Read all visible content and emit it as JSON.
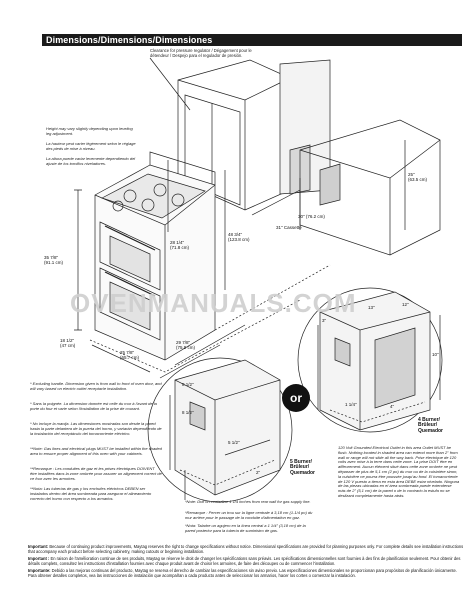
{
  "header": {
    "title": "Dimensions/Dimensions/Dimensiones"
  },
  "watermark": "OVENMANUALS.COM",
  "or_label": "or",
  "clearance_note": "Clearance for pressure regulator / Dégagement pour le détendeur / Despejo para el regulador de presión.",
  "height_note_en": "Height may vary slightly depending upon leveling leg adjustment.",
  "height_note_fr": "La hauteur peut varier légèrement selon le réglage des pieds de mise à niveau.",
  "height_note_es": "La altura puede variar levemente dependiendo del ajuste de los tornillos niveladores.",
  "excl_note_en": "* Excluding handle. Dimension given is from wall to front of oven door, and will vary based on electric outlet receptacle installation.",
  "excl_note_fr": "* Sans la poignée. La dimension donnée est celle du mur à l'avant de la porte du four et varie selon l'installation de la prise de courant.",
  "excl_note_es": "* No incluye la manija. Las dimensiones mostradas son desde la pared hasta la parte delantera de la puerta del horno, y variarán dependiendo de la instalación del receptáculo del tomacorriente eléctrico.",
  "gas_note_en": "**Note: Gas lines and electrical plugs MUST be installed within the shaded area to ensure proper alignment of this oven with your cabinets.",
  "gas_note_fr": "**Remarque : Les conduites de gaz et les prises électriques DOIVENT être installées dans la zone ombrée pour assurer un alignement correct de ce four avec les armoires.",
  "gas_note_es": "**Nota: Las tuberías de gas y los enchufes eléctricos DEBEN ser instalados dentro del área sombreada para asegurar el alineamiento correcto del horno con respecto a los armarios.",
  "drill_note_en": "*Note: Drill on centerline 1 1/4 inches from rear wall for gas supply line.",
  "drill_note_fr": "*Remarque : Percer un trou sur la ligne centrale à 3,18 cm (1-1/4 po) du mur arrière pour le passage de la conduite d'alimentation en gaz.",
  "drill_note_es": "*Nota: Taladre un agujero en la línea central a 1 1/4\" (3,18 cm) de la pared posterior para la tubería de suministro de gas.",
  "outlet_note": "120 Volt Grounded Electrical Outlet in this area Outlet MUST be flush. Nothing located in shaded area can extend more than 2\" from wall or range will not slide all the way back. Prise électrique de 120 volts avec mise à la terre dans cette zone. La prise DOIT être en affleurement. Aucun élément situé dans cette zone ombrée ne peut dépasser de plus de 5,1 cm (2 po) du mur ou de la cuisinière sinon, la cuisinière ne pourra être poussée jusqu'au fond. El tomacorriente de 120 V puesto a tierra en esta área DEBE estar nivelado. Ninguna de las piezas ubicadas en el área sombreada puede extenderse más de 2\" (5,1 cm) de la pared o de lo contrario la estufa no se deslizará completamente hasta atrás.",
  "burner4": {
    "line1": "4 Burner/",
    "line2": "Brûleur/",
    "line3": "Quemador"
  },
  "burner5": {
    "line1": "5 Burner/",
    "line2": "Brûleur/",
    "line3": "Quemador"
  },
  "dims": {
    "d30": "30\"",
    "d30_metric": "(76.2 cm)",
    "d31_cassette": "31\" Cassette",
    "d25": "25\"",
    "d25_metric": "(63.5 cm)",
    "d35": "35 7/8\"",
    "d35_metric": "(91.1 cm)",
    "d28": "28 1/4\"",
    "d28_metric": "(71.8 cm)",
    "d48": "48 3/4\"",
    "d48_metric": "(123.8 cm)",
    "d18": "18 1/2\"",
    "d18_metric": "(47 cm)",
    "d25b": "25 7/8\"",
    "d25b_metric": "(65.7 cm)",
    "d29": "29 7/8\"",
    "d29_metric": "(75.9 cm)",
    "d8a": "8 1/2\"",
    "d8b": "8 1/2\"",
    "d5a": "5 1/2\"",
    "d13": "13\"",
    "d12": "12\"",
    "d3": "3\"",
    "d10": "10\"",
    "d1": "1 1/4\"",
    "d4": "4\"",
    "d2": "2\""
  },
  "footer": {
    "en_label": "Important:",
    "en_text": "Because of continuing product improvements, Maytag reserves the right to change specifications without notice. Dimensional specifications are provided for planning purposes only. For complete details see installation instructions that accompany each product before selecting cabinetry, making cutouts or beginning installation.",
    "fr_label": "Important :",
    "fr_text": "En raison de l'amélioration continue de ses produits, Maytag se réserve le droit de changer les spécifications sans préavis. Les spécifications dimensionnelles sont fournies à des fins de planification seulement. Pour obtenir des détails complets, consultez les instructions d'installation fournies avec chaque produit avant de choisir les armoires, de faire des découpes ou de commencer l'installation.",
    "es_label": "Importante:",
    "es_text": "Debido a las mejoras continuas del producto, Maytag se reserva el derecho de cambiar las especificaciones sin aviso previo. Las especificaciones dimensionales se proporcionan para propósitos de planificación únicamente. Para obtener detalles completos, vea las instrucciones de instalación que acompañan a cada producto antes de seleccionar los armarios, hacer los cortes o comenzar la instalación."
  }
}
